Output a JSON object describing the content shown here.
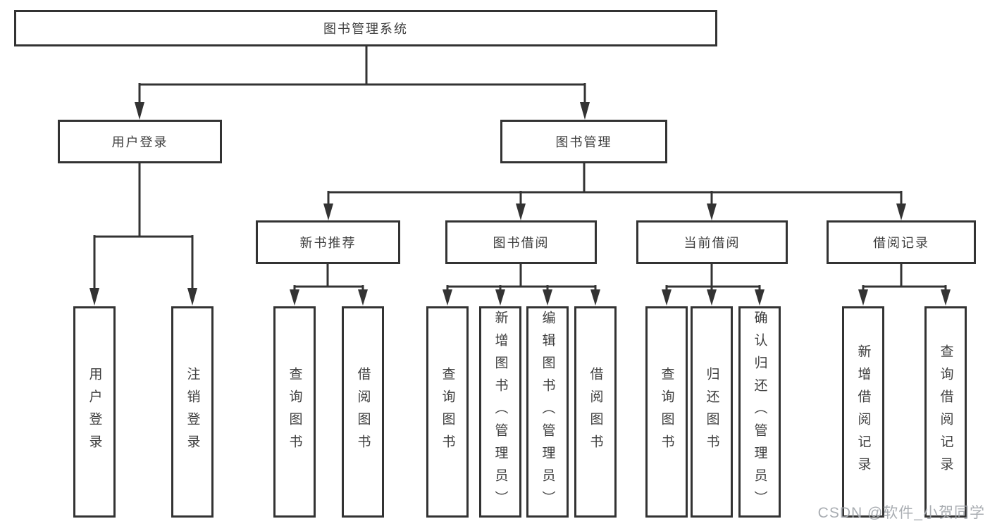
{
  "tree": {
    "label": "图书管理系统",
    "children": [
      {
        "label": "用户登录",
        "children": [
          {
            "label": "用户登录"
          },
          {
            "label": "注销登录"
          }
        ]
      },
      {
        "label": "图书管理",
        "children": [
          {
            "label": "新书推荐",
            "children": [
              {
                "label": "查询图书"
              },
              {
                "label": "借阅图书"
              }
            ]
          },
          {
            "label": "图书借阅",
            "children": [
              {
                "label": "查询图书"
              },
              {
                "label": "新增图书（管理员）"
              },
              {
                "label": "编辑图书（管理员）"
              },
              {
                "label": "借阅图书"
              }
            ]
          },
          {
            "label": "当前借阅",
            "children": [
              {
                "label": "查询图书"
              },
              {
                "label": "归还图书"
              },
              {
                "label": "确认归还（管理员）"
              }
            ]
          },
          {
            "label": "借阅记录",
            "children": [
              {
                "label": "新增借阅记录"
              },
              {
                "label": "查询借阅记录"
              }
            ]
          }
        ]
      }
    ]
  },
  "watermark": "CSDN @软件_小贺同学",
  "colors": {
    "line": "#333333",
    "text": "#3e3e3e",
    "watermark": "#a2a6ab",
    "background": "#ffffff"
  }
}
